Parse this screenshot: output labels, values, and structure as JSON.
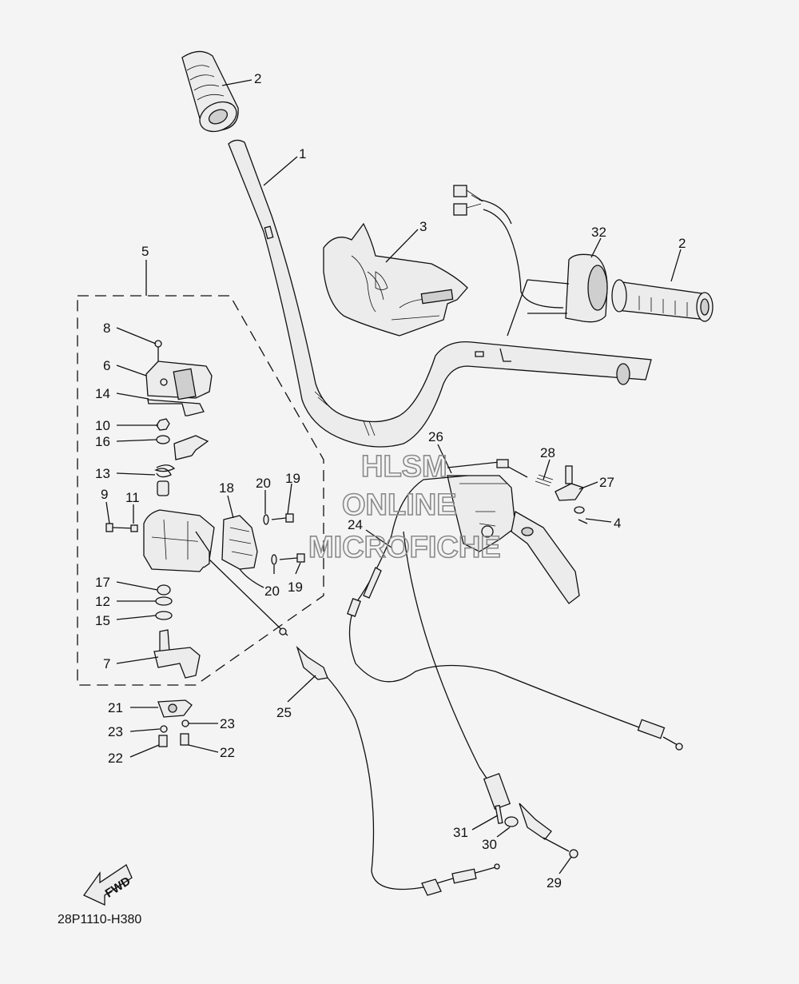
{
  "diagram_code": "28P1110-H380",
  "fwd_label": "FWD",
  "watermark": {
    "line1": "HLSM",
    "line2": "ONLINE",
    "line3": "MICROFICHE"
  },
  "callouts": {
    "c1": "1",
    "c2a": "2",
    "c2b": "2",
    "c3": "3",
    "c4": "4",
    "c5": "5",
    "c6": "6",
    "c7": "7",
    "c8": "8",
    "c9": "9",
    "c10": "10",
    "c11": "11",
    "c12": "12",
    "c13": "13",
    "c14": "14",
    "c15": "15",
    "c16": "16",
    "c17": "17",
    "c18": "18",
    "c19a": "19",
    "c19b": "19",
    "c20a": "20",
    "c20b": "20",
    "c21": "21",
    "c22a": "22",
    "c22b": "22",
    "c23a": "23",
    "c23b": "23",
    "c24": "24",
    "c25": "25",
    "c26": "26",
    "c27": "27",
    "c28": "28",
    "c29": "29",
    "c30": "30",
    "c31": "31",
    "c32": "32"
  }
}
